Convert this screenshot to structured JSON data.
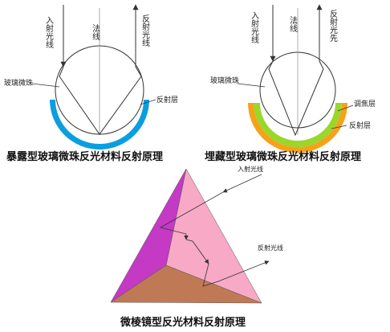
{
  "diagram1": {
    "incident": "入射光线",
    "normal": "法线",
    "reflected": "反射光线",
    "bead": "玻璃微珠",
    "layer": "反射层",
    "caption": "暴露型玻璃微珠反光材料反射原理"
  },
  "diagram2": {
    "incident": "入射光线",
    "normal": "法线",
    "reflected": "反射光先",
    "bead": "玻璃微珠",
    "focus": "调焦层",
    "layer": "反射层",
    "caption": "埋藏型玻璃微珠反光材料反射原理"
  },
  "diagram3": {
    "incident": "入射光线",
    "reflected": "反射光线",
    "caption": "微棱镜型反光材料反射原理"
  },
  "colors": {
    "reflect_blue": "#0a9ee0",
    "focus_green": "#9bd62a",
    "reflect_orange": "#f5a21a",
    "prism_light": "#f7a9c6",
    "prism_magenta": "#c43ac4",
    "prism_base": "#bf7a55"
  }
}
